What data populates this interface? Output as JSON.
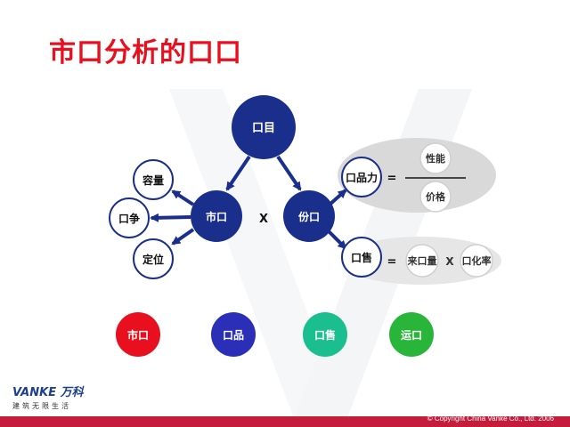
{
  "title": "市口分析的口口",
  "nodes": {
    "top": "口目",
    "market": "市口",
    "share": "份口",
    "capacity": "容量",
    "competition": "口争",
    "positioning": "定位",
    "product_power": "口品力",
    "sales": "口售",
    "performance": "性能",
    "price": "价格",
    "visitors": "来口量",
    "conversion": "口化率"
  },
  "operators": {
    "center_x": "X",
    "eq1": "=",
    "eq2": "=",
    "times": "X"
  },
  "bottom_circles": [
    {
      "label": "市口",
      "color": "#e8101e"
    },
    {
      "label": "口品",
      "color": "#2b2fb8"
    },
    {
      "label": "口售",
      "color": "#1bbf8f"
    },
    {
      "label": "运口",
      "color": "#28b53a"
    }
  ],
  "colors": {
    "navy": "#1a2f8c",
    "title_red": "#e8101e",
    "footer": "#c51c3c"
  },
  "logo": {
    "brand": "VANKE 万科",
    "tagline": "建筑无限生活"
  },
  "footer": {
    "copyright": "© Copyright China Vanke Co., Ltd. 2006"
  }
}
